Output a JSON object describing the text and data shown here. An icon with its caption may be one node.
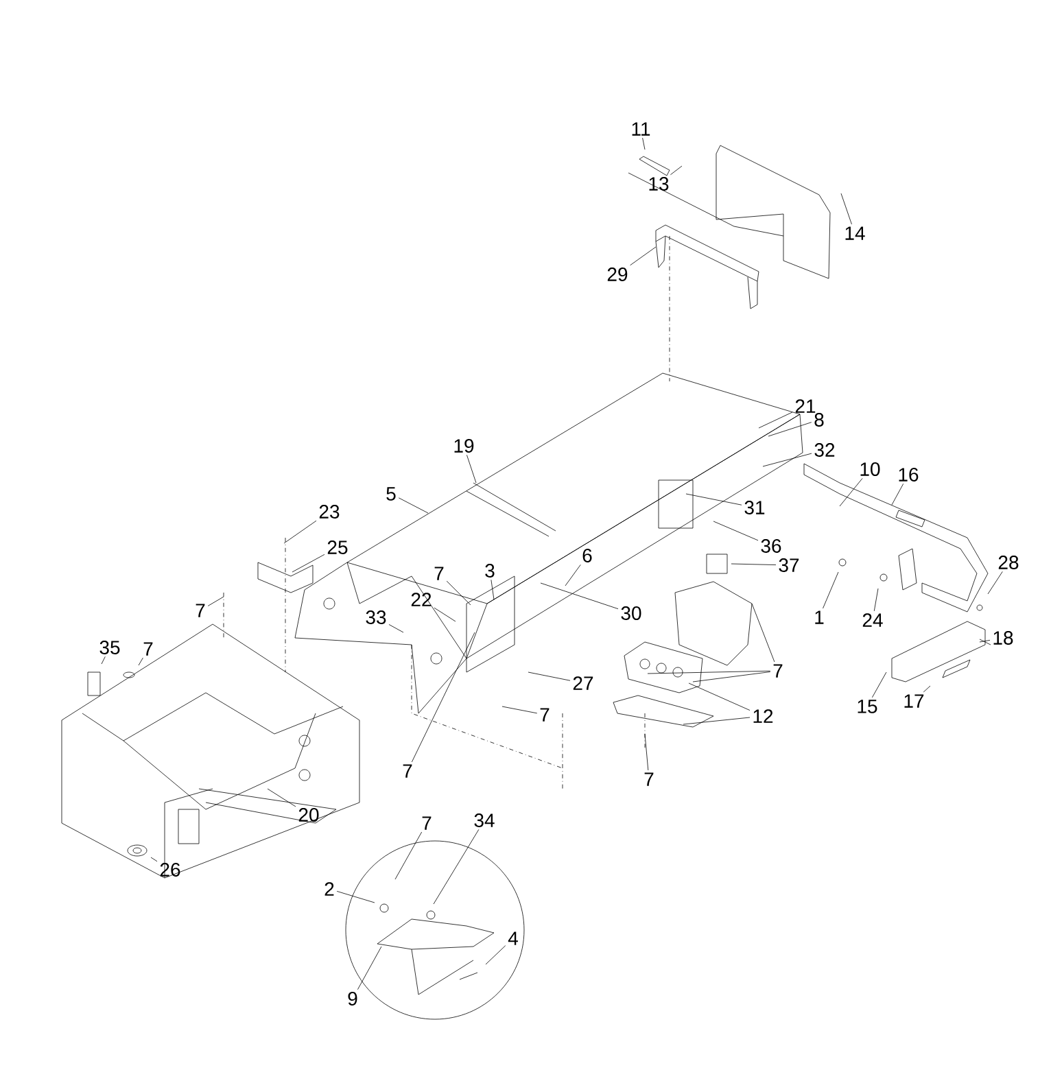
{
  "diagram": {
    "nodes": [
      {
        "text": [
          "11"
        ]
      },
      {
        "text": [
          "13"
        ]
      },
      {
        "text": [
          "14"
        ]
      },
      {
        "text": [
          "29"
        ]
      },
      {
        "text": [
          "21"
        ]
      },
      {
        "text": [
          "8"
        ]
      },
      {
        "text": [
          "32"
        ]
      },
      {
        "text": [
          "19"
        ]
      },
      {
        "text": [
          "10"
        ]
      },
      {
        "text": [
          "16"
        ]
      },
      {
        "text": [
          "5"
        ]
      },
      {
        "text": [
          "31"
        ]
      },
      {
        "text": [
          "23"
        ]
      },
      {
        "text": [
          "36"
        ]
      },
      {
        "text": [
          "25"
        ]
      },
      {
        "text": [
          "6"
        ]
      },
      {
        "text": [
          "37"
        ]
      },
      {
        "text": [
          "3"
        ]
      },
      {
        "text": [
          "28"
        ]
      },
      {
        "text": [
          "7"
        ]
      },
      {
        "text": [
          "7"
        ]
      },
      {
        "text": [
          "22"
        ]
      },
      {
        "text": [
          "33"
        ]
      },
      {
        "text": [
          "30"
        ]
      },
      {
        "text": [
          "1"
        ]
      },
      {
        "text": [
          "24"
        ]
      },
      {
        "text": [
          "18"
        ]
      },
      {
        "text": [
          "7"
        ]
      },
      {
        "text": [
          "35"
        ]
      },
      {
        "text": [
          "7"
        ]
      },
      {
        "text": [
          "27"
        ]
      },
      {
        "text": [
          "15"
        ]
      },
      {
        "text": [
          "17"
        ]
      },
      {
        "text": [
          "12"
        ]
      },
      {
        "text": [
          "7"
        ]
      },
      {
        "text": [
          "7"
        ]
      },
      {
        "text": [
          "7"
        ]
      },
      {
        "text": [
          "20"
        ]
      },
      {
        "text": [
          "7"
        ]
      },
      {
        "text": [
          "34"
        ]
      },
      {
        "text": [
          "26"
        ]
      },
      {
        "text": [
          "2"
        ]
      },
      {
        "text": [
          "4"
        ]
      },
      {
        "text": [
          "9"
        ]
      }
    ],
    "edges": [
      {
        "from": 0,
        "to": null,
        "arrow": "none"
      },
      {
        "from": 1,
        "to": null,
        "arrow": "none"
      },
      {
        "from": 2,
        "to": null,
        "arrow": "none"
      },
      {
        "from": 3,
        "to": null,
        "arrow": "none"
      },
      {
        "from": 4,
        "to": null,
        "arrow": "none"
      },
      {
        "from": 5,
        "to": null,
        "arrow": "none"
      },
      {
        "from": 6,
        "to": null,
        "arrow": "none"
      },
      {
        "from": 7,
        "to": null,
        "arrow": "none"
      },
      {
        "from": 8,
        "to": null,
        "arrow": "none"
      },
      {
        "from": 9,
        "to": null,
        "arrow": "none"
      },
      {
        "from": 10,
        "to": null,
        "arrow": "none"
      },
      {
        "from": 11,
        "to": null,
        "arrow": "none"
      },
      {
        "from": 12,
        "to": null,
        "arrow": "none"
      },
      {
        "from": 13,
        "to": null,
        "arrow": "none"
      },
      {
        "from": 14,
        "to": null,
        "arrow": "none"
      },
      {
        "from": 15,
        "to": null,
        "arrow": "none"
      },
      {
        "from": 16,
        "to": null,
        "arrow": "none"
      },
      {
        "from": 17,
        "to": null,
        "arrow": "none"
      },
      {
        "from": 18,
        "to": null,
        "arrow": "none"
      },
      {
        "from": 19,
        "to": null,
        "arrow": "none"
      },
      {
        "from": 20,
        "to": null,
        "arrow": "none"
      },
      {
        "from": 21,
        "to": null,
        "arrow": "none"
      },
      {
        "from": 22,
        "to": null,
        "arrow": "none"
      },
      {
        "from": 23,
        "to": null,
        "arrow": "none"
      },
      {
        "from": 24,
        "to": null,
        "arrow": "none"
      },
      {
        "from": 25,
        "to": null,
        "arrow": "none"
      },
      {
        "from": 26,
        "to": null,
        "arrow": "none"
      },
      {
        "from": 27,
        "to": null,
        "arrow": "none"
      },
      {
        "from": 27,
        "to": null,
        "arrow": "none"
      },
      {
        "from": 27,
        "to": null,
        "arrow": "none"
      },
      {
        "from": 28,
        "to": null,
        "arrow": "none"
      },
      {
        "from": 29,
        "to": null,
        "arrow": "none"
      },
      {
        "from": 30,
        "to": null,
        "arrow": "none"
      },
      {
        "from": 31,
        "to": null,
        "arrow": "none"
      },
      {
        "from": 32,
        "to": null,
        "arrow": "none"
      },
      {
        "from": 33,
        "to": null,
        "arrow": "none"
      },
      {
        "from": 33,
        "to": null,
        "arrow": "none"
      },
      {
        "from": 34,
        "to": null,
        "arrow": "none"
      },
      {
        "from": 35,
        "to": null,
        "arrow": "none"
      },
      {
        "from": 36,
        "to": null,
        "arrow": "none"
      },
      {
        "from": 37,
        "to": null,
        "arrow": "none"
      },
      {
        "from": 38,
        "to": null,
        "arrow": "none"
      },
      {
        "from": 39,
        "to": null,
        "arrow": "none"
      },
      {
        "from": 40,
        "to": null,
        "arrow": "none"
      },
      {
        "from": 41,
        "to": null,
        "arrow": "none"
      },
      {
        "from": 42,
        "to": null,
        "arrow": "none"
      },
      {
        "from": 43,
        "to": null,
        "arrow": "none"
      }
    ]
  }
}
